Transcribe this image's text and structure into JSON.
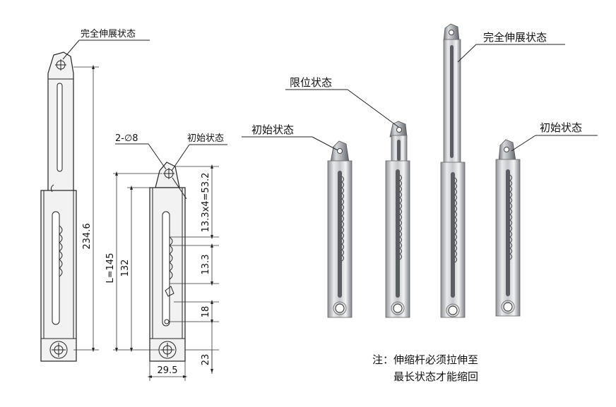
{
  "labels": {
    "full_extension_left": "完全伸展状态",
    "initial_left": "初始状态",
    "hole_spec": "2-∅8",
    "limit_state": "限位状态",
    "full_extension_right": "完全伸展状态",
    "initial_right_a": "初始状态",
    "initial_right_b": "初始状态"
  },
  "dimensions": {
    "total_length": "234.6",
    "length_L": "L=145",
    "length_132": "132",
    "pitch_total": "13.3x4=53.2",
    "pitch": "13.3",
    "offset_18": "18",
    "offset_23": "23",
    "width": "29.5"
  },
  "note": {
    "line1": "注：伸缩杆必须拉伸至",
    "line2": "最长状态才能缩回"
  }
}
